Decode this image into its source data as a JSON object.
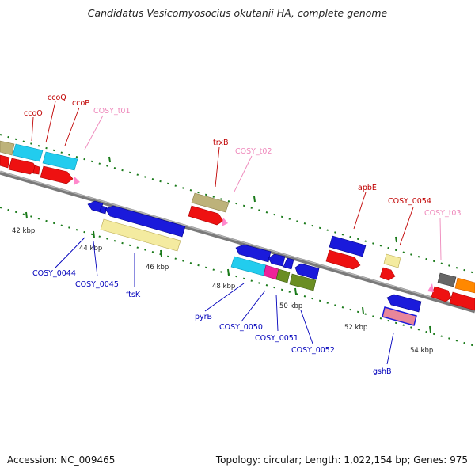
{
  "header": {
    "title": "Candidatus Vesicomyosocius okutanii HA, complete genome"
  },
  "footer": {
    "accession": "Accession: NC_009465",
    "summary": "Topology: circular; Length: 1,022,154 bp; Genes: 975"
  },
  "colors": {
    "rna_label": "#ee88bb",
    "plus_label": "#c00000",
    "minus_label": "#0000bb",
    "backbone": "#888888",
    "tick": "#1a7a1a"
  },
  "scale": {
    "ticks": [
      "42 kbp",
      "44 kbp",
      "46 kbp",
      "48 kbp",
      "50 kbp",
      "52 kbp",
      "54 kbp"
    ]
  },
  "labels": {
    "plus": [
      "ccoO",
      "ccoQ",
      "ccoP",
      "COSY_t01",
      "trxB",
      "COSY_t02",
      "apbE",
      "COSY_0054",
      "COSY_t03"
    ],
    "minus": [
      "COSY_0044",
      "COSY_0045",
      "ftsK",
      "pyrB",
      "COSY_0050",
      "COSY_0051",
      "COSY_0052",
      "gshB"
    ]
  }
}
